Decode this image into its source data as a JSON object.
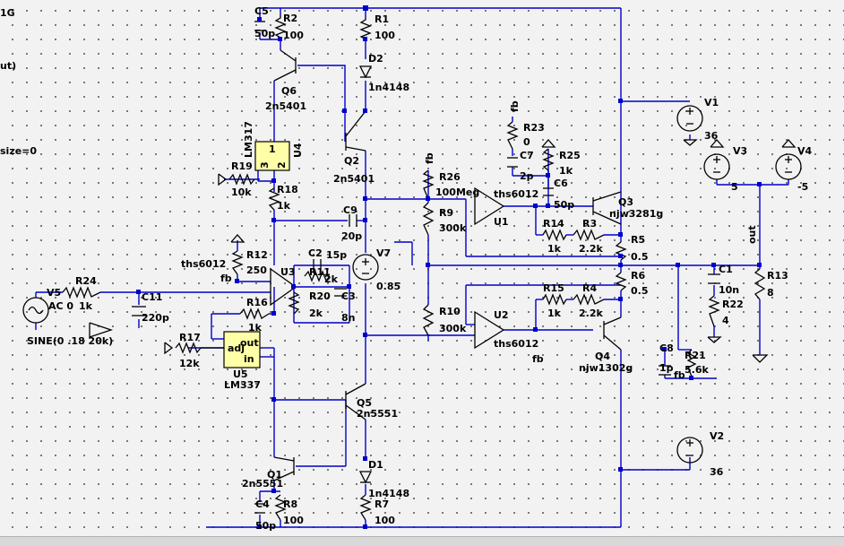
{
  "edge_text": [
    "1G",
    "ut)",
    "size=0"
  ],
  "status_text": "",
  "labels": [
    "C5",
    "50p",
    "R2",
    "100",
    "R1",
    "100",
    "D2",
    "1n4148",
    "Q6",
    "2n5401",
    "Q2",
    "2n5401",
    "LM317",
    "U4",
    "3",
    "1",
    "2",
    "R19",
    "10k",
    "R18",
    "1k",
    "C9",
    "20p",
    "R12",
    "250",
    "fb",
    "ths6012",
    "U3",
    "C2",
    "15p",
    "R11",
    "2k",
    "R20",
    "2k",
    "C3",
    "8n",
    "R16",
    "1k",
    "V5",
    "AC 0",
    "R24",
    "1k",
    "C11",
    "220p",
    "SINE(0 .18 20k)",
    "R17",
    "12k",
    "adj",
    "out",
    "in",
    "U5",
    "LM337",
    "V7",
    "0.85",
    "fb",
    "R23",
    "0",
    "C7",
    "2p",
    "R25",
    "1k",
    "C6",
    "50p",
    "R26",
    "100Meg",
    "fb",
    "ths6012",
    "U1",
    "R9",
    "300k",
    "R14",
    "1k",
    "R3",
    "2.2k",
    "Q3",
    "njw3281g",
    "R5",
    "0.5",
    "R6",
    "0.5",
    "R15",
    "1k",
    "R4",
    "2.2k",
    "R10",
    "300k",
    "U2",
    "ths6012",
    "fb",
    "Q4",
    "njw1302g",
    "V1",
    "36",
    "V3",
    "5",
    "V4",
    "-5",
    "out",
    "C1",
    "10n",
    "R13",
    "8",
    "R22",
    "4",
    "C8",
    "1p",
    "R21",
    "5.6k",
    "fb",
    "V2",
    "36",
    "Q5",
    "2n5551",
    "D1",
    "1n4148",
    "R7",
    "100",
    "Q1",
    "2n5551",
    "C4",
    "50p",
    "R8",
    "100"
  ]
}
